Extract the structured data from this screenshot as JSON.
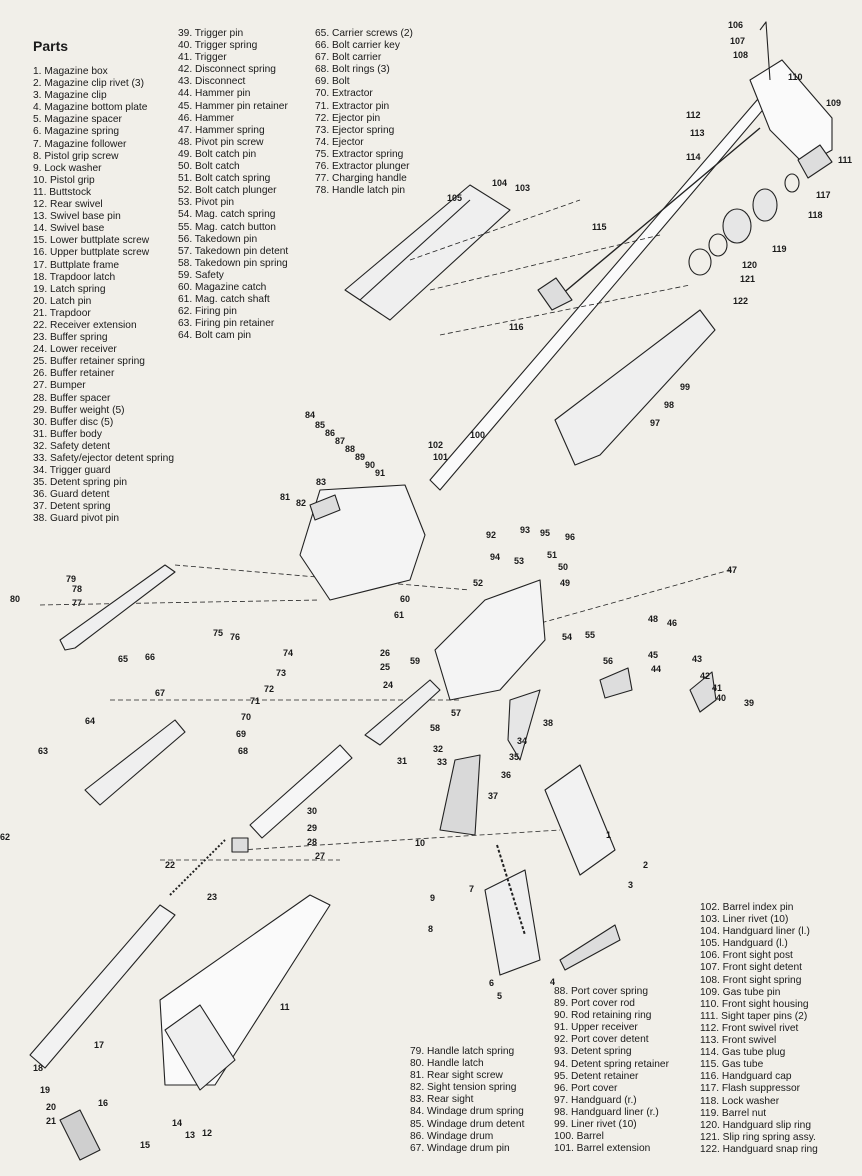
{
  "title": "Parts",
  "columns": [
    [
      "1. Magazine box",
      "2. Magazine clip rivet (3)",
      "3. Magazine clip",
      "4. Magazine bottom plate",
      "5. Magazine spacer",
      "6. Magazine spring",
      "7. Magazine follower",
      "8. Pistol grip screw",
      "9. Lock washer",
      "10. Pistol grip",
      "11. Buttstock",
      "12. Rear swivel",
      "13. Swivel base pin",
      "14. Swivel base",
      "15. Lower buttplate screw",
      "16. Upper buttplate screw",
      "17. Buttplate frame",
      "18. Trapdoor latch",
      "19. Latch spring",
      "20. Latch pin",
      "21. Trapdoor",
      "22. Receiver extension",
      "23. Buffer spring",
      "24. Lower receiver",
      "25. Buffer retainer spring",
      "26. Buffer retainer",
      "27. Bumper",
      "28. Buffer spacer",
      "29. Buffer weight (5)",
      "30. Buffer disc (5)",
      "31. Buffer body",
      "32. Safety detent",
      "33. Safety/ejector detent spring",
      "34. Trigger guard",
      "35. Detent spring pin",
      "36. Guard detent",
      "37. Detent spring",
      "38. Guard pivot pin"
    ],
    [
      "39. Trigger pin",
      "40. Trigger spring",
      "41. Trigger",
      "42. Disconnect spring",
      "43. Disconnect",
      "44. Hammer pin",
      "45. Hammer pin retainer",
      "46. Hammer",
      "47. Hammer spring",
      "48. Pivot pin screw",
      "49. Bolt catch pin",
      "50. Bolt catch",
      "51. Bolt catch spring",
      "52. Bolt catch plunger",
      "53. Pivot pin",
      "54. Mag. catch spring",
      "55. Mag. catch button",
      "56. Takedown pin",
      "57. Takedown pin detent",
      "58. Takedown pin spring",
      "59. Safety",
      "60. Magazine catch",
      "61. Mag. catch shaft",
      "62. Firing pin",
      "63. Firing pin retainer",
      "64. Bolt cam pin"
    ],
    [
      "65. Carrier screws (2)",
      "66. Bolt carrier key",
      "67. Bolt carrier",
      "68. Bolt rings (3)",
      "69. Bolt",
      "70. Extractor",
      "71. Extractor pin",
      "72. Ejector pin",
      "73. Ejector spring",
      "74. Ejector",
      "75. Extractor spring",
      "76. Extractor plunger",
      "77. Charging handle",
      "78. Handle latch pin"
    ],
    [
      "79. Handle latch spring",
      "80. Handle latch",
      "81. Rear sight screw",
      "82. Sight tension spring",
      "83. Rear sight",
      "84. Windage drum spring",
      "85. Windage drum detent",
      "86. Windage drum",
      "67. Windage drum pin"
    ],
    [
      "88. Port cover spring",
      "89. Port cover rod",
      "90. Rod retaining ring",
      "91. Upper receiver",
      "92. Port cover detent",
      "93. Detent spring",
      "94. Detent spring retainer",
      "95. Detent retainer",
      "96. Port cover",
      "97. Handguard (r.)",
      "98. Handguard liner (r.)",
      "99. Liner rivet (10)",
      "100. Barrel",
      "101. Barrel extension"
    ],
    [
      "102. Barrel index pin",
      "103. Liner rivet (10)",
      "104. Handguard liner (l.)",
      "105. Handguard (l.)",
      "106. Front sight post",
      "107. Front sight detent",
      "108. Front sight spring",
      "109. Gas tube pin",
      "110. Front sight housing",
      "111. Sight taper pins (2)",
      "112. Front swivel rivet",
      "113. Front swivel",
      "114. Gas tube plug",
      "115. Gas tube",
      "116. Handguard cap",
      "117. Flash suppressor",
      "118. Lock washer",
      "119. Barrel nut",
      "120. Handguard slip ring",
      "121. Slip ring spring assy.",
      "122. Handguard snap ring"
    ]
  ],
  "callouts": [
    {
      "id": "c106",
      "text": "106"
    },
    {
      "id": "c107",
      "text": "107"
    },
    {
      "id": "c108",
      "text": "108"
    },
    {
      "id": "c110",
      "text": "110"
    },
    {
      "id": "c109",
      "text": "109"
    },
    {
      "id": "c112",
      "text": "112"
    },
    {
      "id": "c113",
      "text": "113"
    },
    {
      "id": "c114",
      "text": "114"
    },
    {
      "id": "c111",
      "text": "111"
    },
    {
      "id": "c117",
      "text": "117"
    },
    {
      "id": "c118",
      "text": "118"
    },
    {
      "id": "c104",
      "text": "104"
    },
    {
      "id": "c103",
      "text": "103"
    },
    {
      "id": "c105",
      "text": "105"
    },
    {
      "id": "c115",
      "text": "115"
    },
    {
      "id": "c119",
      "text": "119"
    },
    {
      "id": "c120",
      "text": "120"
    },
    {
      "id": "c121",
      "text": "121"
    },
    {
      "id": "c122",
      "text": "122"
    },
    {
      "id": "c116",
      "text": "116"
    },
    {
      "id": "c99",
      "text": "99"
    },
    {
      "id": "c98",
      "text": "98"
    },
    {
      "id": "c97",
      "text": "97"
    },
    {
      "id": "c100",
      "text": "100"
    },
    {
      "id": "c102",
      "text": "102"
    },
    {
      "id": "c101",
      "text": "101"
    },
    {
      "id": "c84",
      "text": "84"
    },
    {
      "id": "c85",
      "text": "85"
    },
    {
      "id": "c86",
      "text": "86"
    },
    {
      "id": "c87",
      "text": "87"
    },
    {
      "id": "c88",
      "text": "88"
    },
    {
      "id": "c89",
      "text": "89"
    },
    {
      "id": "c90",
      "text": "90"
    },
    {
      "id": "c91",
      "text": "91"
    },
    {
      "id": "c83",
      "text": "83"
    },
    {
      "id": "c81",
      "text": "81"
    },
    {
      "id": "c82",
      "text": "82"
    },
    {
      "id": "c92",
      "text": "92"
    },
    {
      "id": "c93",
      "text": "93"
    },
    {
      "id": "c95",
      "text": "95"
    },
    {
      "id": "c96",
      "text": "96"
    },
    {
      "id": "c94",
      "text": "94"
    },
    {
      "id": "c53",
      "text": "53"
    },
    {
      "id": "c51",
      "text": "51"
    },
    {
      "id": "c50",
      "text": "50"
    },
    {
      "id": "c49",
      "text": "49"
    },
    {
      "id": "c52",
      "text": "52"
    },
    {
      "id": "c60",
      "text": "60"
    },
    {
      "id": "c47",
      "text": "47"
    },
    {
      "id": "c48",
      "text": "48"
    },
    {
      "id": "c61",
      "text": "61"
    },
    {
      "id": "c46",
      "text": "46"
    },
    {
      "id": "c79",
      "text": "79"
    },
    {
      "id": "c78",
      "text": "78"
    },
    {
      "id": "c80",
      "text": "80"
    },
    {
      "id": "c77",
      "text": "77"
    },
    {
      "id": "c26",
      "text": "26"
    },
    {
      "id": "c25",
      "text": "25"
    },
    {
      "id": "c59",
      "text": "59"
    },
    {
      "id": "c54",
      "text": "54"
    },
    {
      "id": "c55",
      "text": "55"
    },
    {
      "id": "c56",
      "text": "56"
    },
    {
      "id": "c45",
      "text": "45"
    },
    {
      "id": "c44",
      "text": "44"
    },
    {
      "id": "c43",
      "text": "43"
    },
    {
      "id": "c42",
      "text": "42"
    },
    {
      "id": "c41",
      "text": "41"
    },
    {
      "id": "c40",
      "text": "40"
    },
    {
      "id": "c39",
      "text": "39"
    },
    {
      "id": "c75",
      "text": "75"
    },
    {
      "id": "c76",
      "text": "76"
    },
    {
      "id": "c74",
      "text": "74"
    },
    {
      "id": "c73",
      "text": "73"
    },
    {
      "id": "c72",
      "text": "72"
    },
    {
      "id": "c71",
      "text": "71"
    },
    {
      "id": "c70",
      "text": "70"
    },
    {
      "id": "c69",
      "text": "69"
    },
    {
      "id": "c68",
      "text": "68"
    },
    {
      "id": "c65",
      "text": "65"
    },
    {
      "id": "c66",
      "text": "66"
    },
    {
      "id": "c67",
      "text": "67"
    },
    {
      "id": "c64",
      "text": "64"
    },
    {
      "id": "c63",
      "text": "63"
    },
    {
      "id": "c24",
      "text": "24"
    },
    {
      "id": "c57",
      "text": "57"
    },
    {
      "id": "c58",
      "text": "58"
    },
    {
      "id": "c38",
      "text": "38"
    },
    {
      "id": "c32",
      "text": "32"
    },
    {
      "id": "c33",
      "text": "33"
    },
    {
      "id": "c34",
      "text": "34"
    },
    {
      "id": "c35",
      "text": "35"
    },
    {
      "id": "c36",
      "text": "36"
    },
    {
      "id": "c37",
      "text": "37"
    },
    {
      "id": "c31",
      "text": "31"
    },
    {
      "id": "c30",
      "text": "30"
    },
    {
      "id": "c29",
      "text": "29"
    },
    {
      "id": "c28",
      "text": "28"
    },
    {
      "id": "c27",
      "text": "27"
    },
    {
      "id": "c62",
      "text": "62"
    },
    {
      "id": "c10",
      "text": "10"
    },
    {
      "id": "c1",
      "text": "1"
    },
    {
      "id": "c2",
      "text": "2"
    },
    {
      "id": "c3",
      "text": "3"
    },
    {
      "id": "c7",
      "text": "7"
    },
    {
      "id": "c9",
      "text": "9"
    },
    {
      "id": "c8",
      "text": "8"
    },
    {
      "id": "c6",
      "text": "6"
    },
    {
      "id": "c5",
      "text": "5"
    },
    {
      "id": "c4",
      "text": "4"
    },
    {
      "id": "c22",
      "text": "22"
    },
    {
      "id": "c23",
      "text": "23"
    },
    {
      "id": "c11",
      "text": "11"
    },
    {
      "id": "c17",
      "text": "17"
    },
    {
      "id": "c18",
      "text": "18"
    },
    {
      "id": "c19",
      "text": "19"
    },
    {
      "id": "c16",
      "text": "16"
    },
    {
      "id": "c20",
      "text": "20"
    },
    {
      "id": "c21",
      "text": "21"
    },
    {
      "id": "c14",
      "text": "14"
    },
    {
      "id": "c13",
      "text": "13"
    },
    {
      "id": "c12",
      "text": "12"
    },
    {
      "id": "c15",
      "text": "15"
    }
  ]
}
